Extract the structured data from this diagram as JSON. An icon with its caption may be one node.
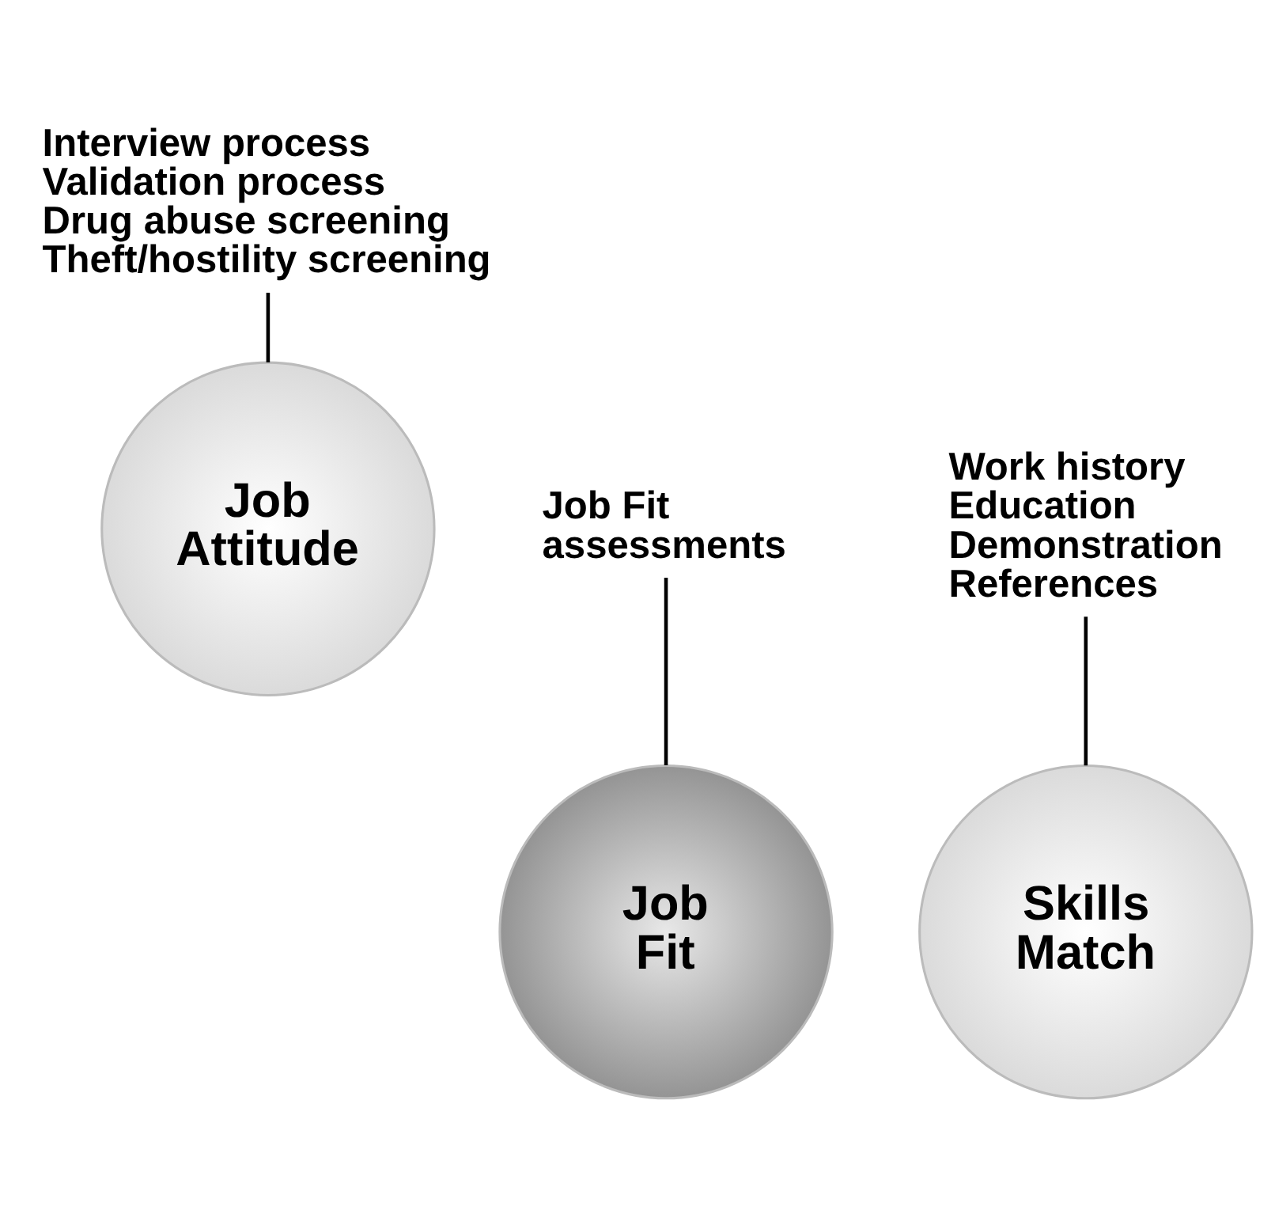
{
  "diagram": {
    "nodes": [
      {
        "text": [
          "Interview process",
          "Validation process",
          "Drug abuse screening",
          "Theft/hostility screening"
        ]
      },
      {
        "text": [
          "Job Fit assessments"
        ]
      },
      {
        "text": [
          "Job Attitude"
        ]
      },
      {
        "text": [
          "Job Fit"
        ]
      },
      {
        "text": [
          "Skills Match"
        ]
      },
      {
        "text": [
          "Work history",
          "Education",
          "Demonstration",
          "References"
        ]
      }
    ],
    "edges": [
      {
        "from": 0,
        "to": 2,
        "arrow": "none"
      },
      {
        "from": 1,
        "to": 3,
        "arrow": "none"
      },
      {
        "from": 5,
        "to": 4,
        "arrow": "none"
      }
    ]
  }
}
